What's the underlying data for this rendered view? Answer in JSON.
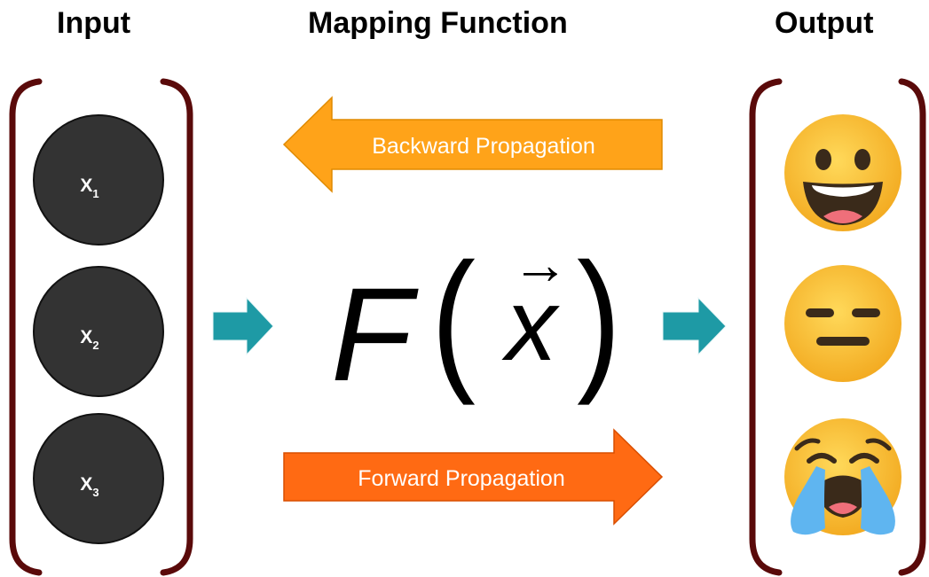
{
  "headings": {
    "input": "Input",
    "mapping": "Mapping Function",
    "output": "Output"
  },
  "inputs": [
    {
      "base": "X",
      "sub": "1"
    },
    {
      "base": "X",
      "sub": "2"
    },
    {
      "base": "X",
      "sub": "3"
    }
  ],
  "function": {
    "name": "F",
    "open": "(",
    "var": "x",
    "vec": "→",
    "close": ")"
  },
  "arrows": {
    "backward": "Backward Propagation",
    "forward": "Forward Propagation"
  },
  "outputs": [
    "grinning-face",
    "expressionless-face",
    "loudly-crying-face"
  ],
  "colors": {
    "bracket": "#5a0a0a",
    "node": "#333333",
    "node_border": "#111111",
    "backward_fill": "#ffa319",
    "forward_fill": "#ff6a13",
    "small_arrow": "#1e9aa5",
    "emoji_face": "#ffc93c",
    "emoji_tear": "#5fb5f0"
  }
}
